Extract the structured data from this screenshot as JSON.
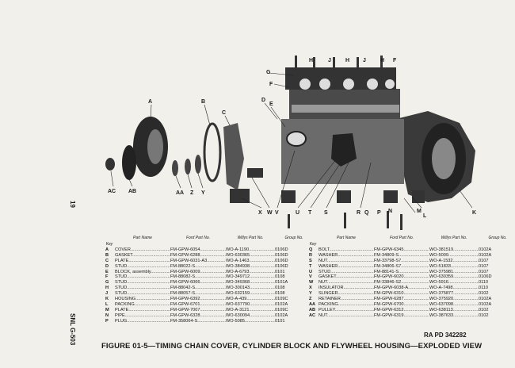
{
  "page_side": {
    "page_number": "19",
    "manual_ref": "SNL G-503"
  },
  "diagram_labels": {
    "top": [
      "G",
      "F",
      "H",
      "J",
      "H",
      "J",
      "H",
      "F"
    ],
    "left": [
      "A",
      "B",
      "C",
      "D",
      "E"
    ],
    "bottom_left": [
      "AC",
      "AB",
      "AA",
      "Z",
      "Y"
    ],
    "bottom_mid": [
      "X",
      "W",
      "V",
      "U",
      "T",
      "S",
      "R",
      "Q",
      "P",
      "N",
      "M",
      "L",
      "K"
    ]
  },
  "table_headers": {
    "key": "Key",
    "name": "Part Name",
    "ford": "Ford Part No.",
    "willys": "Willys Part No.",
    "group": "Group No."
  },
  "parts_left": [
    {
      "key": "A",
      "name": "COVER",
      "ford": "FM-GPW-6054",
      "willys": "WO-A-1190",
      "group": "0106D"
    },
    {
      "key": "B",
      "name": "GASKET",
      "ford": "FM-GPW-6288",
      "willys": "WO-630365",
      "group": "0106D"
    },
    {
      "key": "C",
      "name": "PLATE",
      "ford": "FM-GPW-6031-A3",
      "willys": "WO-A-1463",
      "group": "0106D"
    },
    {
      "key": "D",
      "name": "STUD",
      "ford": "FM-88022-S",
      "willys": "WO-384938",
      "group": "0106D"
    },
    {
      "key": "E",
      "name": "BLOCK, assembly",
      "ford": "FM-GPW-6009",
      "willys": "WO-A-6793",
      "group": "0101"
    },
    {
      "key": "F",
      "name": "STUD",
      "ford": "FM-88082-S",
      "willys": "WO-349712",
      "group": "0108"
    },
    {
      "key": "G",
      "name": "STUD",
      "ford": "FM-GPW-6066",
      "willys": "WO-349368",
      "group": "0101A"
    },
    {
      "key": "H",
      "name": "STUD",
      "ford": "FM-88042-S",
      "willys": "WO-300143",
      "group": "0108"
    },
    {
      "key": "J",
      "name": "STUD",
      "ford": "FM-88057-S",
      "willys": "WO-632159",
      "group": "0108"
    },
    {
      "key": "K",
      "name": "HOUSING",
      "ford": "FM-GPW-6392",
      "willys": "WO-A-439",
      "group": "0109C"
    },
    {
      "key": "L",
      "name": "PACKING",
      "ford": "FM-GPW-6701",
      "willys": "WO-637790",
      "group": "0102A"
    },
    {
      "key": "M",
      "name": "PLATE",
      "ford": "FM-GPW-7007",
      "willys": "WO-A-3121",
      "group": "0109C"
    },
    {
      "key": "N",
      "name": "PIPE",
      "ford": "FM-GPW-6328",
      "willys": "WO-630094",
      "group": "0102A"
    },
    {
      "key": "P",
      "name": "PLUG",
      "ford": "FM-358064-S",
      "willys": "WO-5085",
      "group": "0101"
    }
  ],
  "parts_right": [
    {
      "key": "Q",
      "name": "BOLT",
      "ford": "FM-GPW-6345",
      "willys": "WO-381519",
      "group": "0102A"
    },
    {
      "key": "R",
      "name": "WASHER",
      "ford": "FM-34809-S",
      "willys": "WO-5009",
      "group": "0102A"
    },
    {
      "key": "S",
      "name": "NUT",
      "ford": "FM-33798-S7",
      "willys": "WO-A-1532",
      "group": "0107"
    },
    {
      "key": "T",
      "name": "WASHER",
      "ford": "FM-34806-S7",
      "willys": "WO-51833",
      "group": "0107"
    },
    {
      "key": "U",
      "name": "STUD",
      "ford": "FM-88141-S",
      "willys": "WO-375981",
      "group": "0107"
    },
    {
      "key": "V",
      "name": "GASKET",
      "ford": "FM-GPW-6020",
      "willys": "WO-630359",
      "group": "0106D"
    },
    {
      "key": "W",
      "name": "NUT",
      "ford": "FM-33846-S2",
      "willys": "WO-5916",
      "group": "0110"
    },
    {
      "key": "X",
      "name": "INSULATOR",
      "ford": "FM-GPW-6038-A",
      "willys": "WO-A-7498",
      "group": "0110"
    },
    {
      "key": "Y",
      "name": "SLINGER",
      "ford": "FM-GPW-6310",
      "willys": "WO-375877",
      "group": "0102"
    },
    {
      "key": "Z",
      "name": "RETAINER",
      "ford": "FM-GPW-6287",
      "willys": "WO-375920",
      "group": "0102A"
    },
    {
      "key": "AA",
      "name": "PACKING",
      "ford": "FM-GPW-6700",
      "willys": "WO-637098",
      "group": "0102A"
    },
    {
      "key": "AB",
      "name": "PULLEY",
      "ford": "FM-GPW-6312",
      "willys": "WO-638113",
      "group": "0102"
    },
    {
      "key": "AC",
      "name": "NUT",
      "ford": "FM-GPW-6319",
      "willys": "WO-387633",
      "group": "0102"
    }
  ],
  "ra_pd": "RA PD  342282",
  "caption": "FIGURE 01-5—TIMING CHAIN COVER, CYLINDER BLOCK AND FLYWHEEL HOUSING—EXPLODED VIEW"
}
